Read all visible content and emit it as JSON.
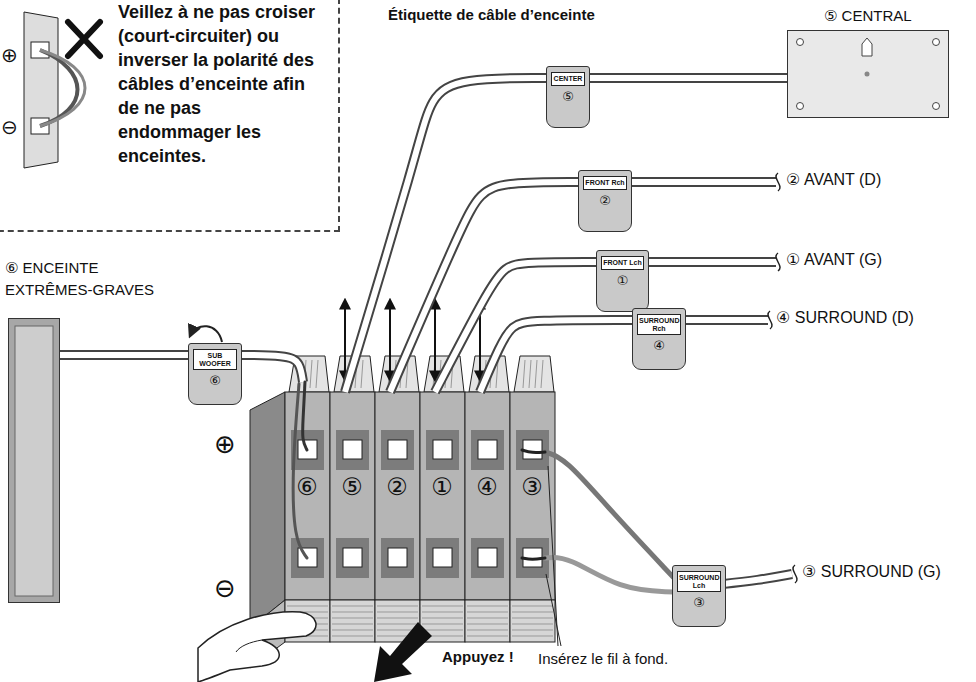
{
  "diagram": {
    "nodes": [
      {
        "text": [
          "Veillez à ne pas croiser (court-circuiter) ou inverser la polarité des câbles d’enceinte afin de ne pas endommager les enceintes."
        ]
      },
      {
        "text": [
          "⑤ CENTRAL"
        ]
      },
      {
        "text": [
          "CENTER",
          "⑤"
        ]
      },
      {
        "text": [
          "FRONT Rch",
          "②"
        ]
      },
      {
        "text": [
          "FRONT Lch",
          "①"
        ]
      },
      {
        "text": [
          "SURROUND Rch",
          "④"
        ]
      },
      {
        "text": [
          "⑥ ENCEINTE EXTRÊMES-GRAVES"
        ]
      },
      {
        "text": [
          "SUB WOOFER",
          "⑥"
        ]
      },
      {
        "text": [
          "SURROUND Lch",
          "③"
        ]
      }
    ],
    "edges": [
      {
        "from": 2,
        "to": 1,
        "arrow": "none"
      },
      {
        "from": 7,
        "to": 6,
        "arrow": "none"
      }
    ],
    "labels": [
      "Étiquette de câble d’enceinte",
      "② AVANT (D)",
      "① AVANT (G)",
      "④ SURROUND (D)",
      "③ SURROUND (G)",
      "⑥",
      "⑤",
      "②",
      "①",
      "④",
      "③",
      "⊕",
      "⊖",
      "⊕",
      "⊖",
      "Appuyez !",
      "Insérez le fil à fond."
    ]
  }
}
